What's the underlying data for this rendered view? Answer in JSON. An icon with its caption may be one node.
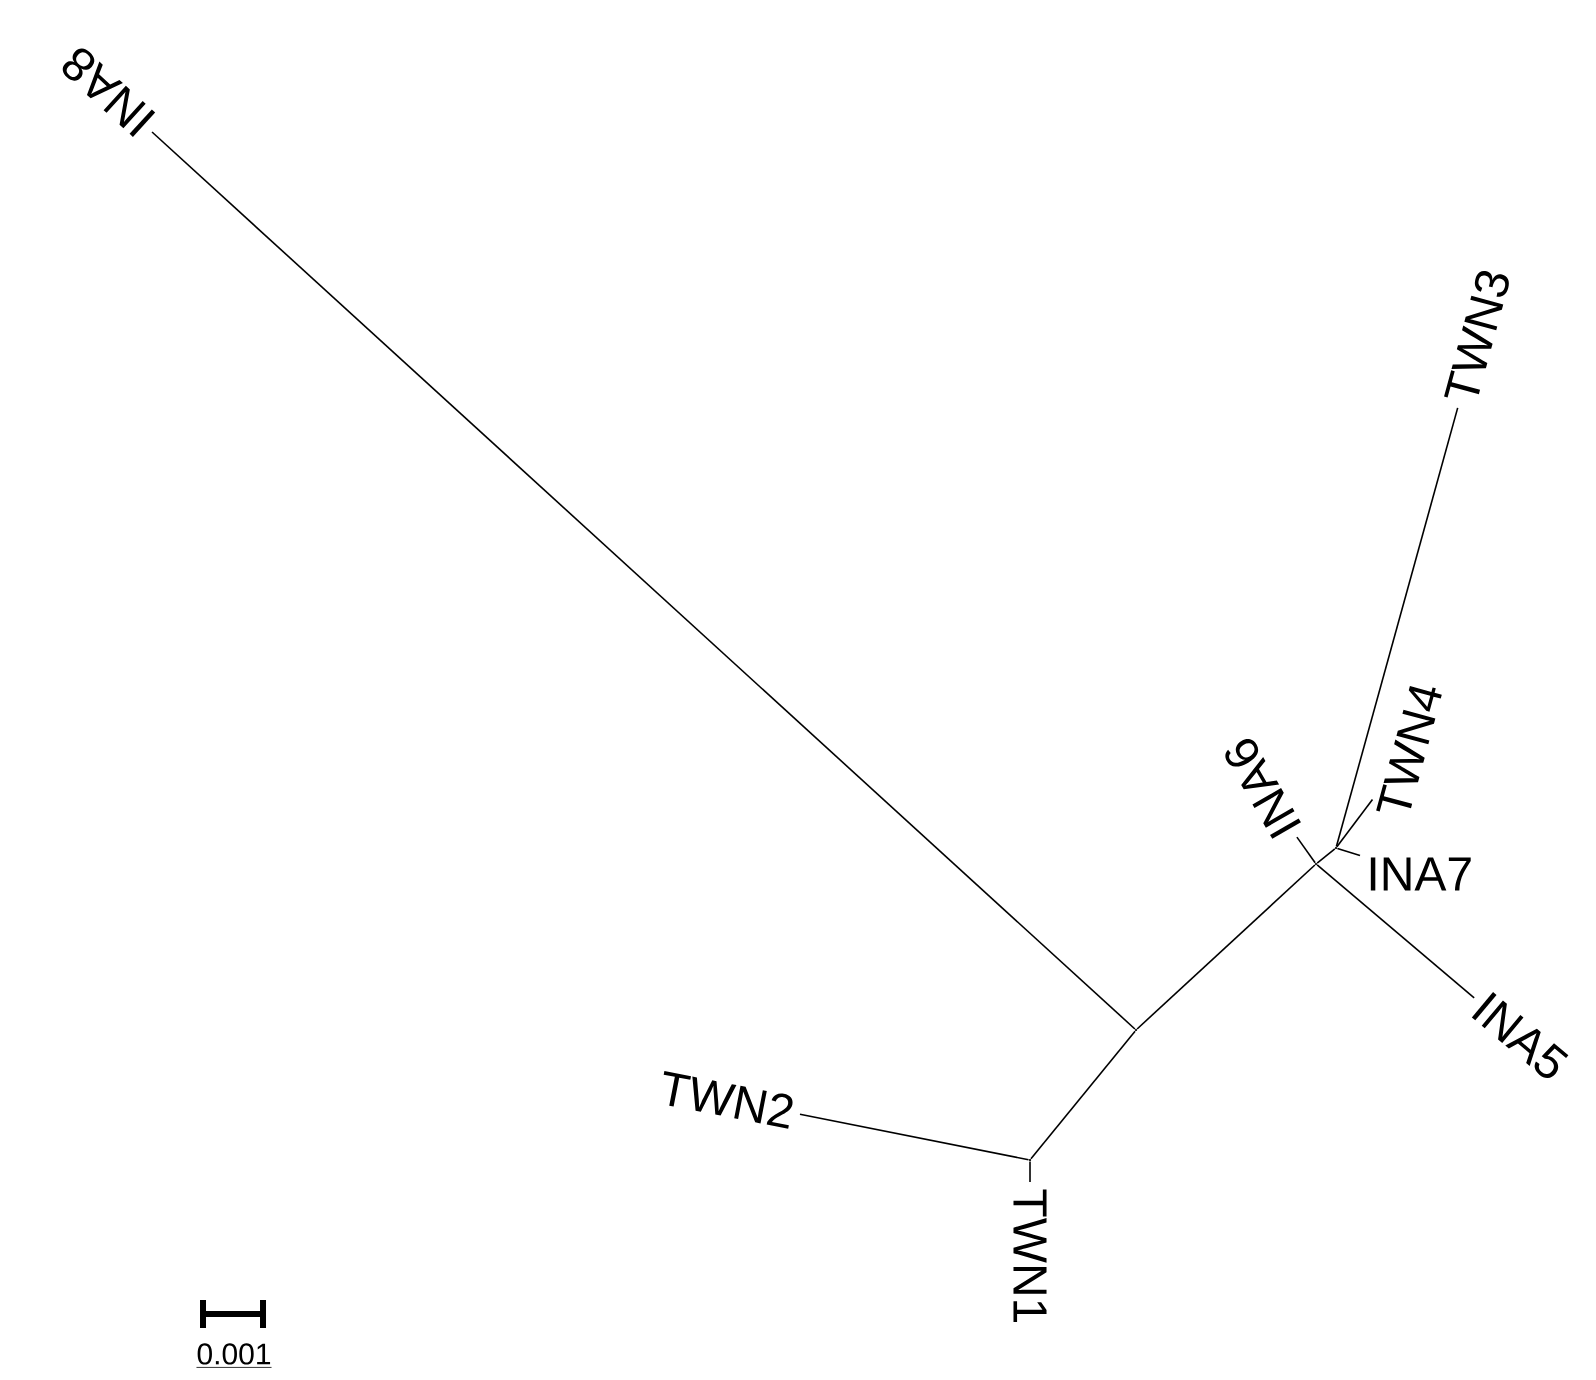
{
  "diagram": {
    "nodes": [
      {
        "text": [
          "INA8"
        ]
      },
      {
        "text": [
          "TWN3"
        ]
      },
      {
        "text": [
          "TWN4"
        ]
      },
      {
        "text": [
          "INA7"
        ]
      },
      {
        "text": [
          "INA6"
        ]
      },
      {
        "text": [
          "INA5"
        ]
      },
      {
        "text": [
          "TWN2"
        ]
      },
      {
        "text": [
          "TWN1"
        ]
      },
      {
        "text": [],
        "shape": "point"
      },
      {
        "text": [],
        "shape": "point"
      },
      {
        "text": [],
        "shape": "point"
      },
      {
        "text": [],
        "shape": "point"
      }
    ],
    "edges": [
      {
        "from": 8,
        "to": 0,
        "arrow": "none"
      },
      {
        "from": 8,
        "to": 9,
        "arrow": "none"
      },
      {
        "from": 9,
        "to": 6,
        "arrow": "none"
      },
      {
        "from": 9,
        "to": 7,
        "arrow": "none"
      },
      {
        "from": 8,
        "to": 10,
        "arrow": "none"
      },
      {
        "from": 10,
        "to": 5,
        "arrow": "none"
      },
      {
        "from": 10,
        "to": 4,
        "arrow": "none"
      },
      {
        "from": 10,
        "to": 11,
        "arrow": "none"
      },
      {
        "from": 11,
        "to": 1,
        "arrow": "none"
      },
      {
        "from": 11,
        "to": 2,
        "arrow": "none"
      },
      {
        "from": 11,
        "to": 3,
        "arrow": "none"
      }
    ],
    "labels": [
      "0.001"
    ]
  }
}
